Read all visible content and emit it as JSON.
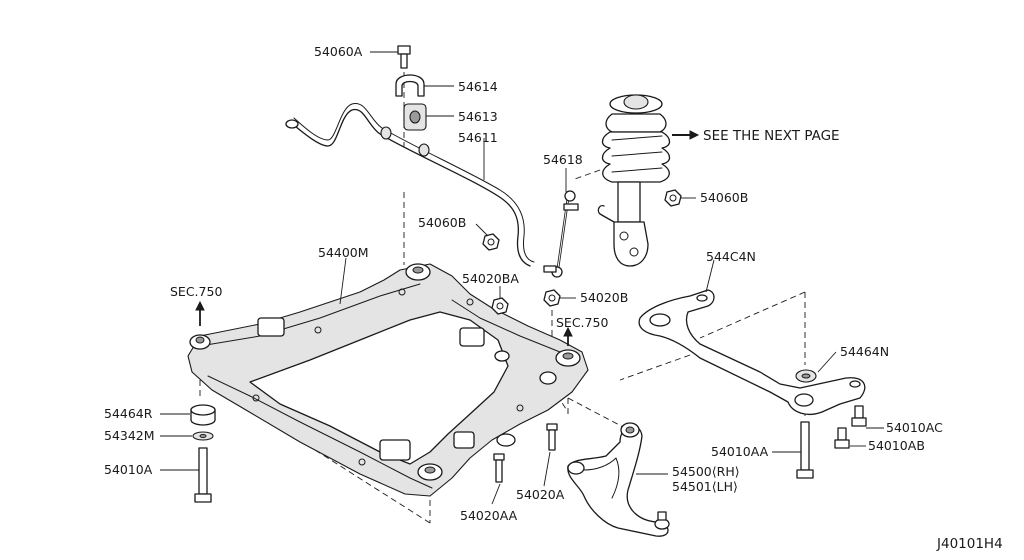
{
  "diagram_id": "J40101H4",
  "reference_note": "SEE THE NEXT PAGE",
  "section_refs": [
    "SEC.750",
    "SEC.750"
  ],
  "parts": {
    "bolt_top": "54060A",
    "clamp": "54614",
    "bushing": "54613",
    "stabilizer_bar": "54611",
    "connecting_rod": "54618",
    "nut_bar": "54060B",
    "nut_strut": "54060B",
    "crossmember": "54400M",
    "nut_frame_top": "54020BA",
    "nut_rod": "54020B",
    "stay": "544C4N",
    "insulator_right": "54464N",
    "bolt_stay_c": "54010AC",
    "bolt_stay_b": "54010AB",
    "bolt_stay_a": "54010AA",
    "lower_link_rh": "54500⟨RH⟩",
    "lower_link_lh": "54501⟨LH⟩",
    "insulator_left": "54464R",
    "washer_left": "54342M",
    "bolt_left": "54010A",
    "bolt_frame_mid": "54020A",
    "bolt_frame_low": "54020AA"
  }
}
